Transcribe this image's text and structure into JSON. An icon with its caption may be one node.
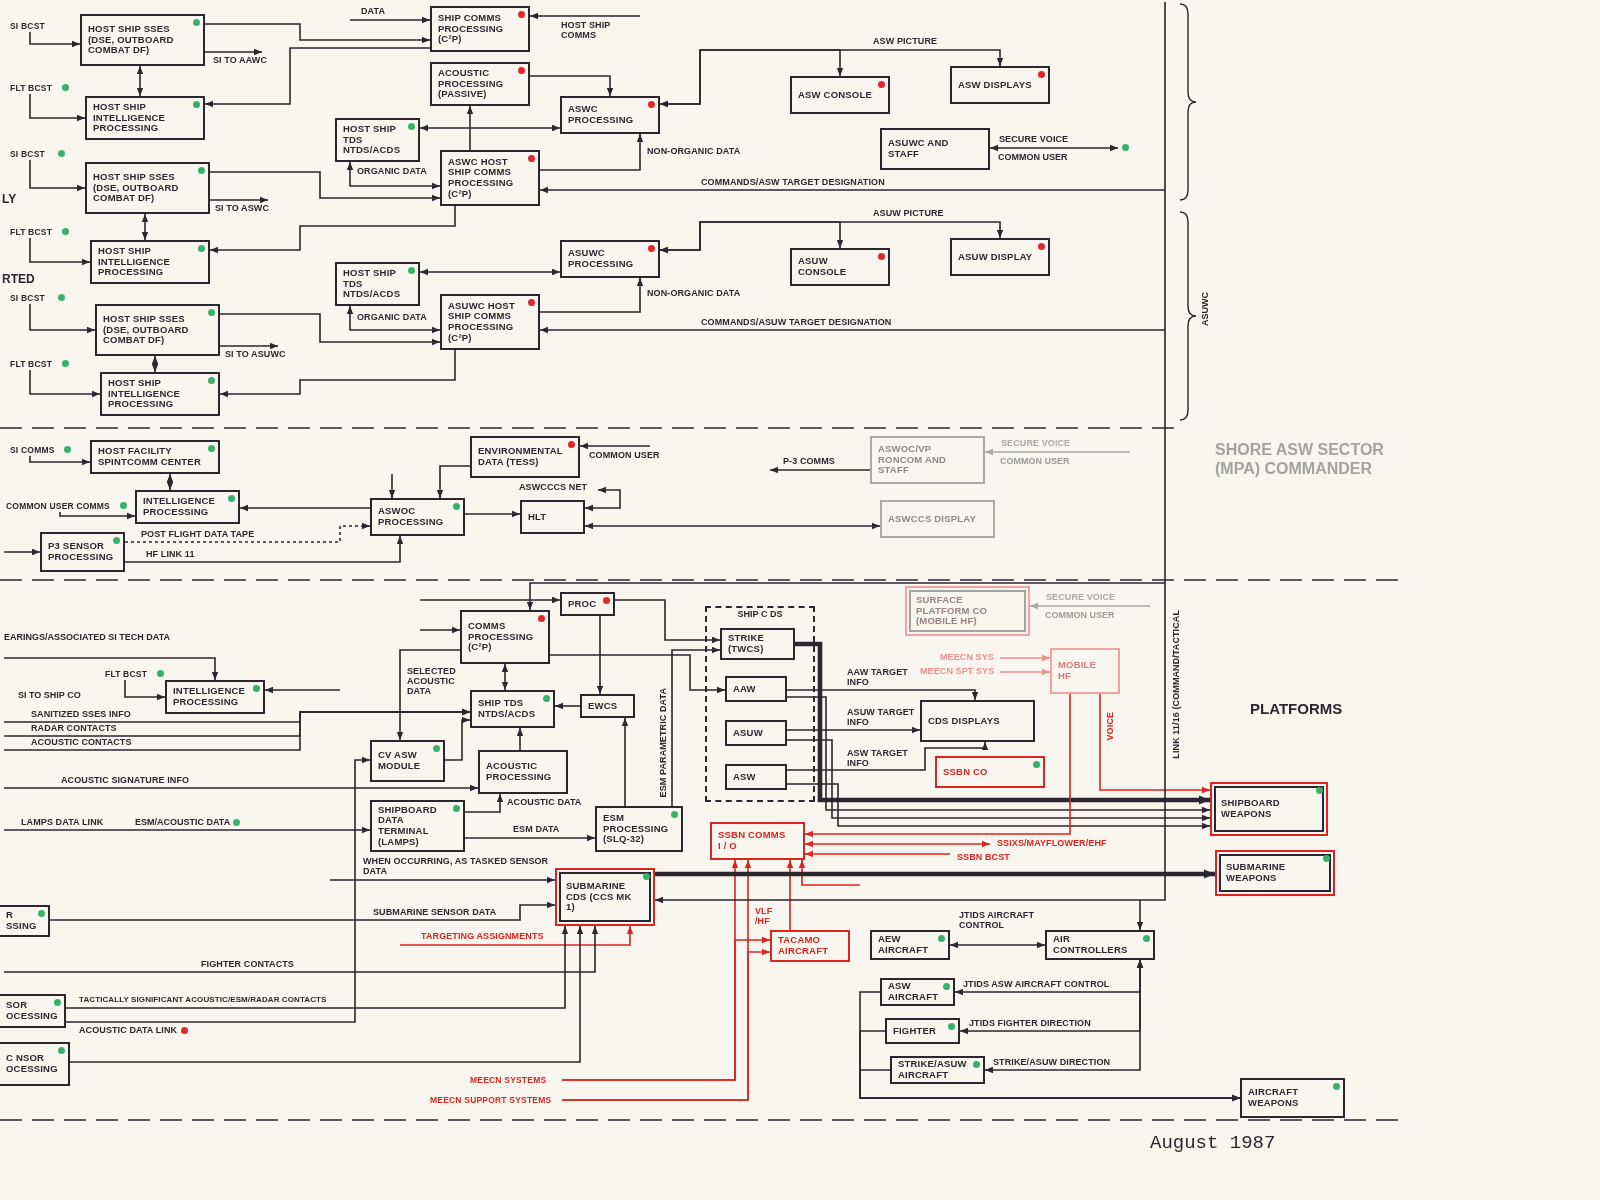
{
  "diagram": {
    "nodes": [
      {
        "text": [
          "SHIP COMMS PROCESSING (C²P)"
        ]
      },
      {
        "text": [
          "SI BCST"
        ]
      },
      {
        "text": [
          "HOST SHIP SSES (DSE, OUTBOARD COMBAT DF)"
        ]
      },
      {
        "text": [
          "FLT BCST"
        ]
      },
      {
        "text": [
          "HOST SHIP INTELLIGENCE PROCESSING"
        ]
      },
      {
        "text": [
          "SI BCST"
        ]
      },
      {
        "text": [
          "HOST SHIP SSES (DSE, OUTBOARD COMBAT DF)"
        ]
      },
      {
        "text": [
          "FLT BCST"
        ]
      },
      {
        "text": [
          "HOST SHIP INTELLIGENCE PROCESSING"
        ]
      },
      {
        "text": [
          "SI BCST"
        ]
      },
      {
        "text": [
          "HOST SHIP SSES (DSE, OUTBOARD COMBAT DF)"
        ]
      },
      {
        "text": [
          "FLT BCST"
        ]
      },
      {
        "text": [
          "HOST SHIP INTELLIGENCE PROCESSING"
        ]
      },
      {
        "text": [
          "SI COMMS"
        ]
      },
      {
        "text": [
          "HOST FACILITY SPINTCOMM CENTER"
        ]
      },
      {
        "text": [
          "COMMON USER COMMS"
        ]
      },
      {
        "text": [
          "INTELLIGENCE PROCESSING"
        ]
      },
      {
        "text": [
          "P3 SENSOR PROCESSING"
        ]
      },
      {
        "text": [
          "ACOUSTIC PROCESSING (PASSIVE)"
        ]
      },
      {
        "text": [
          "ASWC PROCESSING"
        ]
      },
      {
        "text": [
          "HOST SHIP TDS NTDS/ACDS"
        ]
      },
      {
        "text": [
          "ASWC HOST SHIP COMMS PROCESSING (C²P)"
        ]
      },
      {
        "text": [
          "ASW CONSOLE"
        ]
      },
      {
        "text": [
          "ASW DISPLAYS"
        ]
      },
      {
        "text": [
          "ASUWC AND STAFF"
        ]
      },
      {
        "text": [
          "ASUWC PROCESSING"
        ]
      },
      {
        "text": [
          "HOST SHIP TDS NTDS/ACDS"
        ]
      },
      {
        "text": [
          "ASUWC HOST SHIP COMMS PROCESSING (C²P)"
        ]
      },
      {
        "text": [
          "ASUW CONSOLE"
        ]
      },
      {
        "text": [
          "ASUW DISPLAY"
        ]
      },
      {
        "text": [
          "ENVIRONMENTAL DATA (TESS)"
        ]
      },
      {
        "text": [
          "ASWOC/VP RONCOM AND STAFF"
        ]
      },
      {
        "text": [
          "ASWCCS DISPLAY"
        ]
      },
      {
        "text": [
          "ASWOC PROCESSING"
        ]
      },
      {
        "text": [
          "HLT"
        ]
      },
      {
        "text": [
          "PROC"
        ]
      },
      {
        "text": [
          "COMMS PROCESSING (C²P)"
        ]
      },
      {
        "text": [
          "SHIP TDS NTDS/ACDS"
        ]
      },
      {
        "text": [
          "EWCS"
        ]
      },
      {
        "text": [
          "CV ASW MODULE"
        ]
      },
      {
        "text": [
          "ACOUSTIC PROCESSING"
        ]
      },
      {
        "text": [
          "SHIPBOARD DATA TERMINAL (LAMPS)"
        ]
      },
      {
        "text": [
          "ESM PROCESSING (SLQ-32)"
        ]
      },
      {
        "text": [
          "SHIP C DS"
        ]
      },
      {
        "text": [
          "STRIKE (TWCS)"
        ],
        "in": 43
      },
      {
        "text": [
          "AAW"
        ],
        "in": 43
      },
      {
        "text": [
          "ASUW"
        ],
        "in": 43
      },
      {
        "text": [
          "ASW"
        ],
        "in": 43
      },
      {
        "text": [
          "SURFACE PLATFORM CO (MOBILE HF)"
        ]
      },
      {
        "text": [
          "CDS DISPLAYS"
        ]
      },
      {
        "text": [
          "MOBILE HF"
        ]
      },
      {
        "text": [
          "SSBN CO"
        ]
      },
      {
        "text": [
          "SSBN COMMS I / O"
        ]
      },
      {
        "text": [
          "SUBMARINE CDS (CCS MK 1)"
        ]
      },
      {
        "text": [
          "TACAMO AIRCRAFT"
        ]
      },
      {
        "text": [
          "AEW AIRCRAFT"
        ]
      },
      {
        "text": [
          "AIR CONTROLLERS"
        ]
      },
      {
        "text": [
          "ASW AIRCRAFT"
        ]
      },
      {
        "text": [
          "FIGHTER"
        ]
      },
      {
        "text": [
          "STRIKE/ASUW AIRCRAFT"
        ]
      },
      {
        "text": [
          "SHIPBOARD WEAPONS"
        ]
      },
      {
        "text": [
          "SUBMARINE WEAPONS"
        ]
      },
      {
        "text": [
          "AIRCRAFT WEAPONS"
        ]
      },
      {
        "text": [
          "FLT BCST"
        ]
      },
      {
        "text": [
          "INTELLIGENCE PROCESSING"
        ]
      },
      {
        "text": [
          "R SSING"
        ]
      },
      {
        "text": [
          "SOR OCESSING"
        ]
      },
      {
        "text": [
          "C NSOR OCESSING"
        ]
      },
      {
        "text": [
          "MEECN SYSTEMS"
        ]
      },
      {
        "text": [
          "MEECN SUPPORT SYSTEMS"
        ]
      }
    ],
    "edges": [
      {
        "from": null,
        "to": 0,
        "arrow": "to",
        "label": "DATA"
      },
      {
        "from": null,
        "to": 0,
        "arrow": "to",
        "label": "HOST SHIP COMMS"
      },
      {
        "from": 1,
        "to": 2,
        "arrow": "to"
      },
      {
        "from": 2,
        "to": null,
        "arrow": "to",
        "label": "SI TO AAWC"
      },
      {
        "from": 2,
        "to": 4,
        "arrow": "both"
      },
      {
        "from": 3,
        "to": 4,
        "arrow": "to"
      },
      {
        "from": 2,
        "to": 0,
        "arrow": "to"
      },
      {
        "from": 0,
        "to": 4,
        "arrow": "to"
      },
      {
        "from": 5,
        "to": 6,
        "arrow": "to"
      },
      {
        "from": 6,
        "to": null,
        "arrow": "to",
        "label": "SI TO ASWC"
      },
      {
        "from": 6,
        "to": 8,
        "arrow": "both"
      },
      {
        "from": 7,
        "to": 8,
        "arrow": "to"
      },
      {
        "from": 6,
        "to": 21,
        "arrow": "to"
      },
      {
        "from": 21,
        "to": 8,
        "arrow": "to"
      },
      {
        "from": 9,
        "to": 10,
        "arrow": "to"
      },
      {
        "from": 10,
        "to": null,
        "arrow": "to",
        "label": "SI TO ASUWC"
      },
      {
        "from": 10,
        "to": 12,
        "arrow": "both"
      },
      {
        "from": 11,
        "to": 12,
        "arrow": "to"
      },
      {
        "from": 10,
        "to": 27,
        "arrow": "to"
      },
      {
        "from": 27,
        "to": 12,
        "arrow": "to"
      },
      {
        "from": 13,
        "to": 14,
        "arrow": "to"
      },
      {
        "from": 14,
        "to": 16,
        "arrow": "both"
      },
      {
        "from": 15,
        "to": 16,
        "arrow": "to"
      },
      {
        "from": 33,
        "to": 16,
        "arrow": "to"
      },
      {
        "from": 17,
        "to": 33,
        "arrow": "to",
        "label": "POST FLIGHT DATA TAPE",
        "style": "dashed"
      },
      {
        "from": 17,
        "to": 33,
        "arrow": "to",
        "label": "HF LINK 11"
      },
      {
        "from": null,
        "to": 17,
        "arrow": "to"
      },
      {
        "from": 18,
        "to": 19,
        "arrow": "to"
      },
      {
        "from": 21,
        "to": 18,
        "arrow": "to"
      },
      {
        "from": 20,
        "to": 19,
        "arrow": "both"
      },
      {
        "from": 20,
        "to": 21,
        "arrow": "both",
        "label": "ORGANIC DATA"
      },
      {
        "from": 21,
        "to": 19,
        "arrow": "to",
        "label": "NON-ORGANIC DATA"
      },
      {
        "from": 19,
        "to": 22,
        "arrow": "both"
      },
      {
        "from": 19,
        "to": 23,
        "arrow": "both",
        "label": "ASW PICTURE"
      },
      {
        "from": null,
        "to": 21,
        "arrow": "to",
        "label": "COMMANDS/ASW TARGET DESIGNATION"
      },
      {
        "from": 24,
        "to": null,
        "arrow": "both",
        "label": "SECURE VOICE"
      },
      {
        "from": 26,
        "to": 25,
        "arrow": "both"
      },
      {
        "from": 26,
        "to": 27,
        "arrow": "both",
        "label": "ORGANIC DATA"
      },
      {
        "from": 27,
        "to": 25,
        "arrow": "to",
        "label": "NON-ORGANIC DATA"
      },
      {
        "from": 25,
        "to": 28,
        "arrow": "both"
      },
      {
        "from": 25,
        "to": 29,
        "arrow": "both",
        "label": "ASUW PICTURE"
      },
      {
        "from": null,
        "to": 27,
        "arrow": "to",
        "label": "COMMANDS/ASUW TARGET DESIGNATION"
      },
      {
        "from": null,
        "to": 30,
        "arrow": "to",
        "label": "COMMON USER"
      },
      {
        "from": 30,
        "to": 33,
        "arrow": "to"
      },
      {
        "from": null,
        "to": 33,
        "arrow": "to"
      },
      {
        "from": 33,
        "to": 34,
        "arrow": "to"
      },
      {
        "from": 34,
        "to": null,
        "arrow": "both",
        "label": "ASWCCCS NET"
      },
      {
        "from": 34,
        "to": 32,
        "arrow": "both"
      },
      {
        "from": 31,
        "to": null,
        "arrow": "to",
        "label": "P-3 COMMS"
      },
      {
        "from": null,
        "to": 31,
        "arrow": "to",
        "label": "SECURE VOICE",
        "color": "#a9a9a9"
      },
      {
        "from": null,
        "to": 35,
        "arrow": "to"
      },
      {
        "from": 35,
        "to": 38,
        "arrow": "to"
      },
      {
        "from": 35,
        "to": 44,
        "arrow": "to"
      },
      {
        "from": null,
        "to": 36,
        "arrow": "to"
      },
      {
        "from": null,
        "to": 36,
        "arrow": "to"
      },
      {
        "from": 36,
        "to": 37,
        "arrow": "both"
      },
      {
        "from": 36,
        "to": 39,
        "arrow": "to",
        "label": "SELECTED ACOUSTIC DATA"
      },
      {
        "from": 36,
        "to": 45,
        "arrow": "to"
      },
      {
        "from": 38,
        "to": 37,
        "arrow": "to"
      },
      {
        "from": 39,
        "to": 37,
        "arrow": "to"
      },
      {
        "from": 40,
        "to": 37,
        "arrow": "to"
      },
      {
        "from": 42,
        "to": 38,
        "arrow": "to"
      },
      {
        "from": 41,
        "to": 40,
        "arrow": "to",
        "label": "ACOUSTIC DATA"
      },
      {
        "from": 41,
        "to": 42,
        "arrow": "to",
        "label": "ESM DATA"
      },
      {
        "from": 42,
        "to": 44,
        "arrow": "to",
        "label": "ESM PARAMETRIC DATA"
      },
      {
        "from": 45,
        "to": 49,
        "arrow": "to",
        "label": "AAW TARGET INFO"
      },
      {
        "from": 46,
        "to": 49,
        "arrow": "to",
        "label": "ASUW TARGET INFO"
      },
      {
        "from": 47,
        "to": 49,
        "arrow": "to",
        "label": "ASW TARGET INFO"
      },
      {
        "from": 44,
        "to": 60,
        "arrow": "to",
        "style": "thick"
      },
      {
        "from": 45,
        "to": 60,
        "arrow": "to"
      },
      {
        "from": 46,
        "to": 60,
        "arrow": "to"
      },
      {
        "from": 47,
        "to": 60,
        "arrow": "to"
      },
      {
        "from": null,
        "to": 50,
        "arrow": "to",
        "label": "MEECN SYS",
        "color": "#ef8f8c"
      },
      {
        "from": null,
        "to": 50,
        "arrow": "to",
        "label": "MEECN SPT SYS",
        "color": "#ef8f8c"
      },
      {
        "from": null,
        "to": 48,
        "arrow": "to",
        "label": "SECURE VOICE",
        "color": "#a9a9a9"
      },
      {
        "from": 50,
        "to": 60,
        "arrow": "to",
        "label": "VOICE",
        "color": "#dc2420"
      },
      {
        "from": 50,
        "to": 52,
        "arrow": "to",
        "color": "#dc2420"
      },
      {
        "from": 52,
        "to": null,
        "arrow": "both",
        "label": "SSIXS/MAYFLOWER/EHF",
        "color": "#dc2420"
      },
      {
        "from": null,
        "to": 52,
        "arrow": "to",
        "label": "SSBN BCST",
        "color": "#dc2420"
      },
      {
        "from": 54,
        "to": 52,
        "arrow": "to",
        "label": "VLF /HF",
        "color": "#dc2420"
      },
      {
        "from": null,
        "to": 52,
        "arrow": "to",
        "color": "#dc2420"
      },
      {
        "from": 68,
        "to": 52,
        "arrow": "to",
        "color": "#dc2420"
      },
      {
        "from": 68,
        "to": 54,
        "arrow": "to",
        "color": "#dc2420"
      },
      {
        "from": 69,
        "to": 52,
        "arrow": "to",
        "color": "#dc2420"
      },
      {
        "from": 69,
        "to": 54,
        "arrow": "to",
        "color": "#dc2420"
      },
      {
        "from": null,
        "to": 53,
        "arrow": "to",
        "label": "TARGETING ASSIGNMENTS",
        "color": "#dc2420"
      },
      {
        "from": 53,
        "to": 61,
        "arrow": "to",
        "style": "thick"
      },
      {
        "from": null,
        "to": 53,
        "arrow": "to",
        "label": "WHEN OCCURRING, AS TASKED SENSOR DATA"
      },
      {
        "from": 65,
        "to": 53,
        "arrow": "to",
        "label": "SUBMARINE SENSOR DATA"
      },
      {
        "from": null,
        "to": 53,
        "arrow": "to",
        "label": "FIGHTER CONTACTS"
      },
      {
        "from": 66,
        "to": 53,
        "arrow": "to",
        "label": "TACTICALLY SIGNIFICANT ACOUSTIC/ESM/RADAR CONTACTS"
      },
      {
        "from": 67,
        "to": 53,
        "arrow": "to"
      },
      {
        "from": 66,
        "to": 39,
        "arrow": "to",
        "label": "ACOUSTIC DATA LINK"
      },
      {
        "from": null,
        "to": 53,
        "arrow": "to",
        "label": "LINK 11/16 (COMMAND/TACTICAL"
      },
      {
        "from": null,
        "to": 56,
        "arrow": "to"
      },
      {
        "from": 55,
        "to": 56,
        "arrow": "both",
        "label": "JTIDS AIRCRAFT CONTROL"
      },
      {
        "from": 56,
        "to": 57,
        "arrow": "both",
        "label": "JTIDS ASW AIRCRAFT CONTROL"
      },
      {
        "from": 56,
        "to": 58,
        "arrow": "both",
        "label": "JTIDS FIGHTER DIRECTION"
      },
      {
        "from": 56,
        "to": 59,
        "arrow": "both",
        "label": "STRIKE/ASUW DIRECTION"
      },
      {
        "from": 57,
        "to": 62,
        "arrow": "to"
      },
      {
        "from": 58,
        "to": 62,
        "arrow": "to"
      },
      {
        "from": 59,
        "to": 62,
        "arrow": "to"
      },
      {
        "from": 63,
        "to": 64,
        "arrow": "to"
      },
      {
        "from": null,
        "to": 64,
        "arrow": "to"
      },
      {
        "from": null,
        "to": 64,
        "arrow": "to"
      },
      {
        "from": null,
        "to": 41,
        "arrow": "to",
        "label": "LAMPS DATA LINK"
      },
      {
        "from": null,
        "to": 40,
        "arrow": "to",
        "label": "ACOUSTIC SIGNATURE INFO"
      },
      {
        "from": null,
        "to": 37,
        "arrow": "to",
        "label": "SANITIZED SSES INFO"
      },
      {
        "from": null,
        "to": 37,
        "arrow": "to",
        "label": "RADAR CONTACTS"
      },
      {
        "from": null,
        "to": 37,
        "arrow": "to",
        "label": "ACOUSTIC CONTACTS"
      }
    ],
    "labels": [
      "COMMON USER",
      "ASUWC",
      "LY",
      "RTED",
      "SHORE ASW SECTOR (MPA) COMMANDER",
      "COMMON USER",
      "COMMON USER",
      "EARINGS/ASSOCIATED SI TECH DATA",
      "SI TO SHIP CO",
      "PLATFORMS",
      "ESM/ACOUSTIC DATA",
      "August 1987"
    ]
  }
}
